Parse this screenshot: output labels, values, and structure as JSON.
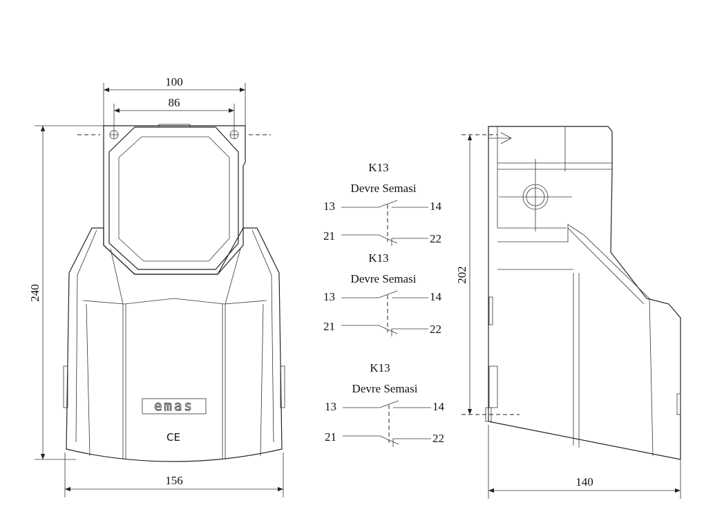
{
  "front_view": {
    "dim_width_top_outer": "100",
    "dim_width_top_inner": "86",
    "dim_height": "240",
    "dim_width_bottom": "156",
    "logo_text": "emas",
    "mark": "CE"
  },
  "side_view": {
    "dim_height": "202",
    "dim_depth": "140"
  },
  "schematics": [
    {
      "title": "K13",
      "subtitle": "Devre Semasi",
      "no_left": "13",
      "no_right": "14",
      "nc_left": "21",
      "nc_right": "22"
    },
    {
      "title": "K13",
      "subtitle": "Devre Semasi",
      "no_left": "13",
      "no_right": "14",
      "nc_left": "21",
      "nc_right": "22"
    },
    {
      "title": "K13",
      "subtitle": "Devre Semasi",
      "no_left": "13",
      "no_right": "14",
      "nc_left": "21",
      "nc_right": "22"
    }
  ]
}
